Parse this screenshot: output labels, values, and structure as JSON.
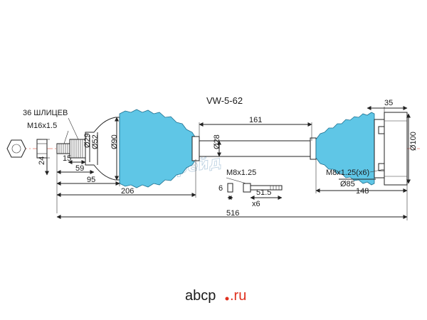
{
  "title": "VW-5-62",
  "labels": {
    "splines": "36 ШЛИЦЕВ",
    "thread_outer": "M16x1.5",
    "bolt_thread": "M8x1.25",
    "flange_thread": "M8x1.25(x6)",
    "bolt_qty": "x6"
  },
  "dims": {
    "d24": "24",
    "d15": "15",
    "d59": "59",
    "d95": "95",
    "d206": "206",
    "d516": "516",
    "d161": "161",
    "d35": "35",
    "d148": "148",
    "d6": "6",
    "d51_5": "51.5",
    "dia29": "Ø29",
    "dia52": "Ø52",
    "dia90": "Ø90",
    "dia28": "Ø28",
    "dia100": "Ø100",
    "dia85": "Ø85"
  },
  "watermark": "автотрейд",
  "logo": {
    "name": "abcp",
    "domain": ".ru"
  },
  "colors": {
    "boot": "#5fc6e6",
    "axis": "#e0301e",
    "logo_dot": "#e0301e"
  }
}
